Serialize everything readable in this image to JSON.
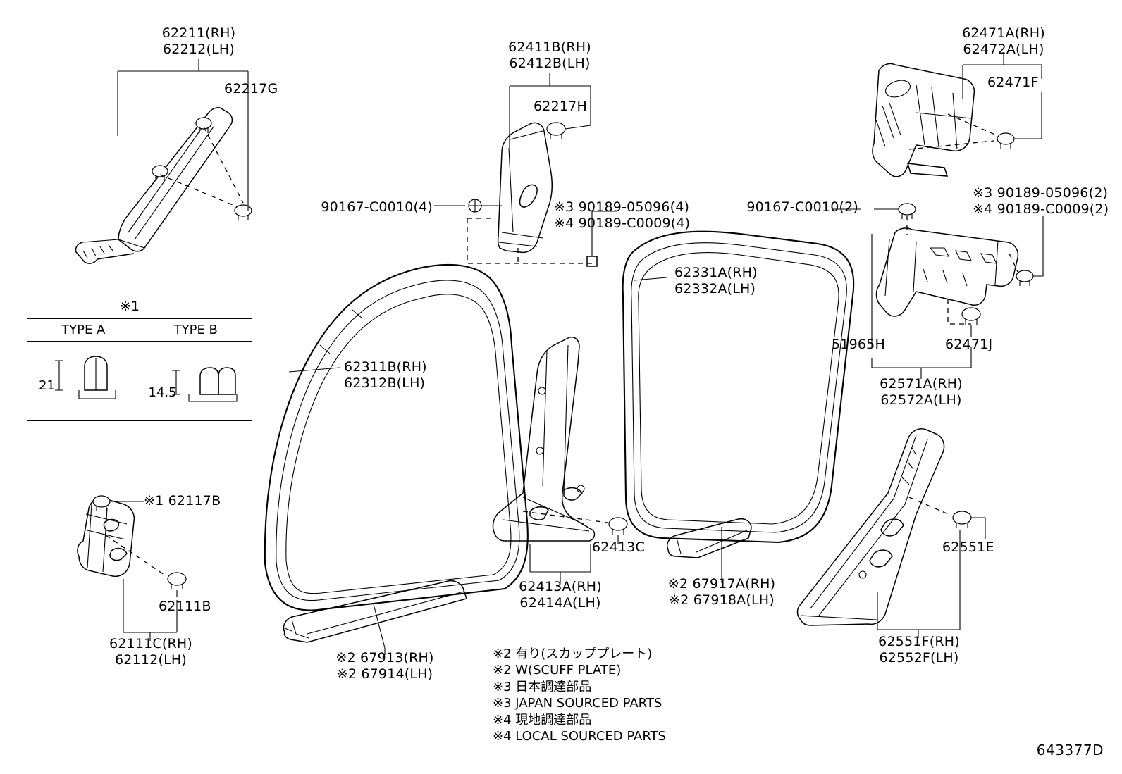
{
  "diagram": {
    "id": "643377D",
    "title": "Toyota door trim / pillar garnish parts diagram"
  },
  "type_table": {
    "note": "※1",
    "headers": [
      "TYPE A",
      "TYPE B"
    ],
    "values": [
      "21",
      "14.5"
    ]
  },
  "labels": {
    "l_62211": "62211(RH)\n62212(LH)",
    "l_62217G": "62217G",
    "l_62411B": "62411B(RH)\n62412B(LH)",
    "l_62217H": "62217H",
    "l_62471A": "62471A(RH)\n62472A(LH)",
    "l_62471F": "62471F",
    "l_90167_4": "90167-C0010(4)",
    "l_x3_4": "※3 90189-05096(4)\n※4 90189-C0009(4)",
    "l_90167_2": "90167-C0010(2)",
    "l_x3_2": "※3 90189-05096(2)\n※4 90189-C0009(2)",
    "l_62331A": "62331A(RH)\n62332A(LH)",
    "l_62311B": "62311B(RH)\n62312B(LH)",
    "l_51965H": "51965H",
    "l_62471J": "62471J",
    "l_62571A": "62571A(RH)\n62572A(LH)",
    "l_62117B": "※1 62117B",
    "l_62111B": "62111B",
    "l_62111C": "62111C(RH)\n62112(LH)",
    "l_62413C": "62413C",
    "l_62413A": "62413A(RH)\n62414A(LH)",
    "l_67917A": "※2 67917A(RH)\n※2 67918A(LH)",
    "l_67913": "※2 67913(RH)\n※2 67914(LH)",
    "l_62551E": "62551E",
    "l_62551F": "62551F(RH)\n62552F(LH)"
  },
  "legend": "※2 有り(スカッププレート)\n※2 W(SCUFF PLATE)\n※3 日本調達部品\n※3 JAPAN SOURCED PARTS\n※4 現地調達部品\n※4 LOCAL SOURCED PARTS"
}
